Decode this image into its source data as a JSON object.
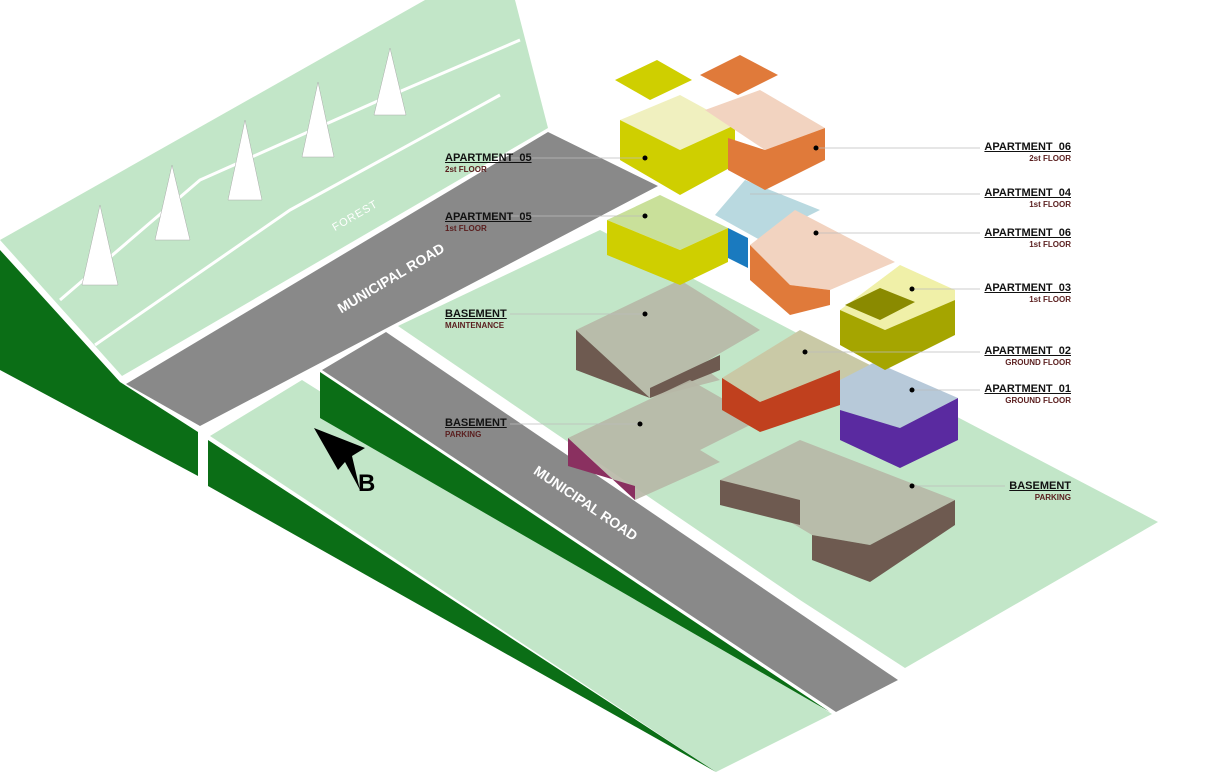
{
  "site": {
    "forest_label": "FOREST",
    "road_upper": "MUNICIPAL ROAD",
    "road_lower": "MUNICIPAL ROAD",
    "section_marker": "B"
  },
  "labels_left": [
    {
      "title": "APARTMENT_05",
      "sub": "2st FLOOR"
    },
    {
      "title": "APARTMENT_05",
      "sub": "1st FLOOR"
    },
    {
      "title": "BASEMENT",
      "sub": "MAINTENANCE"
    },
    {
      "title": "BASEMENT",
      "sub": "PARKING"
    }
  ],
  "labels_right": [
    {
      "title": "APARTMENT_06",
      "sub": "2st FLOOR"
    },
    {
      "title": "APARTMENT_04",
      "sub": "1st FLOOR"
    },
    {
      "title": "APARTMENT_06",
      "sub": "1st FLOOR"
    },
    {
      "title": "APARTMENT_03",
      "sub": "1st FLOOR"
    },
    {
      "title": "APARTMENT_02",
      "sub": "GROUND FLOOR"
    },
    {
      "title": "APARTMENT_01",
      "sub": "GROUND FLOOR"
    },
    {
      "title": "BASEMENT",
      "sub": "PARKING"
    }
  ],
  "colors": {
    "ground": "#c2e6c8",
    "road": "#898989",
    "slope": "#0b6e16",
    "apt05": "#cfcf00",
    "apt06": "#e07a3a",
    "apt04": "#1a7abf",
    "apt03": "#a5a500",
    "apt02": "#c0401e",
    "apt01": "#5a2aa0",
    "basement": "#6e5a50"
  }
}
